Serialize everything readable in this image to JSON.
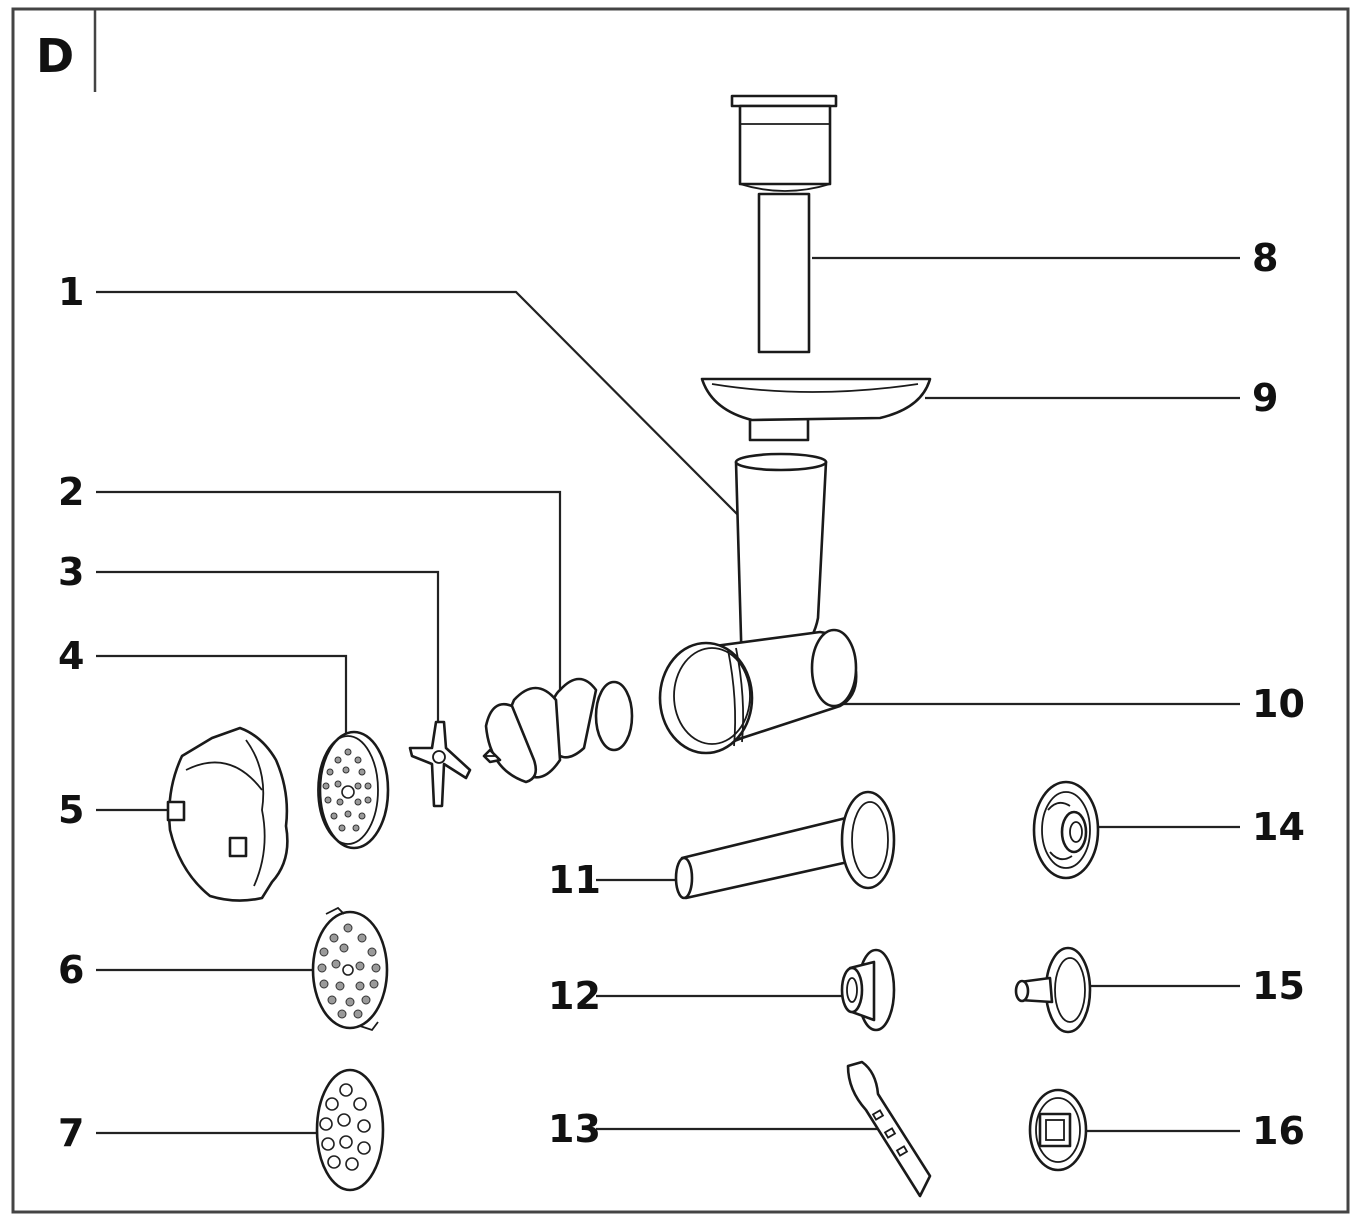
{
  "figure": {
    "panel_label": "D",
    "colors": {
      "line": "#222222",
      "frame": "#444444",
      "background": "#ffffff"
    }
  },
  "callouts": [
    {
      "number": "1",
      "part": "body-neck"
    },
    {
      "number": "2",
      "part": "auger-screw"
    },
    {
      "number": "3",
      "part": "cross-blade"
    },
    {
      "number": "4",
      "part": "fine-plate"
    },
    {
      "number": "5",
      "part": "ring-nut"
    },
    {
      "number": "6",
      "part": "medium-plate"
    },
    {
      "number": "7",
      "part": "coarse-plate"
    },
    {
      "number": "8",
      "part": "pusher"
    },
    {
      "number": "9",
      "part": "food-tray"
    },
    {
      "number": "10",
      "part": "grinder-housing"
    },
    {
      "number": "11",
      "part": "sausage-funnel"
    },
    {
      "number": "12",
      "part": "small-cone"
    },
    {
      "number": "13",
      "part": "cutting-tool"
    },
    {
      "number": "14",
      "part": "kebbe-disc"
    },
    {
      "number": "15",
      "part": "kebbe-cone"
    },
    {
      "number": "16",
      "part": "square-disc"
    }
  ]
}
